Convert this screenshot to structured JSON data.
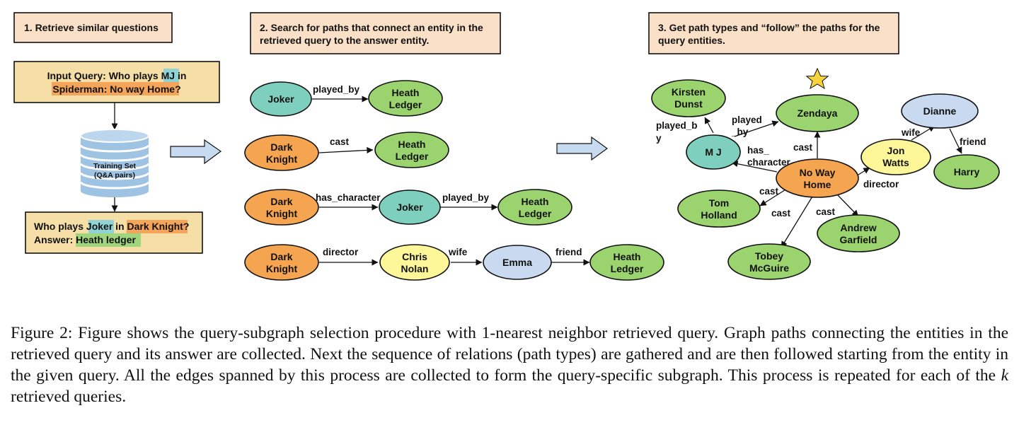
{
  "steps": {
    "step1": "1. Retrieve similar questions",
    "step2_line1": "2. Search for paths that connect an entity in the",
    "step2_line2": "retrieved query to the answer entity.",
    "step3_line1": "3. Get path types and “follow” the paths for the",
    "step3_line2": "query entities."
  },
  "input_query": {
    "prefix": "Input Query: Who plays ",
    "entity": "MJ",
    "suffix": " in",
    "movie": "Spiderman: No way Home",
    "end": "?"
  },
  "database": {
    "line1": "Training Set",
    "line2": "(Q&A pairs)"
  },
  "retrieved": {
    "prefix": "Who plays ",
    "entity": "Joker",
    "mid": " in ",
    "movie": "Dark Knight",
    "end": "?",
    "answer_label": "Answer: ",
    "answer": "Heath ledger"
  },
  "nodes": {
    "joker": "Joker",
    "heath_ledger_1": "Heath",
    "heath_ledger_2": "Ledger",
    "dark_knight_1": "Dark",
    "dark_knight_2": "Knight",
    "chris_nolan_1": "Chris",
    "chris_nolan_2": "Nolan",
    "emma": "Emma",
    "kirsten_1": "Kirsten",
    "kirsten_2": "Dunst",
    "zendaya": "Zendaya",
    "dianne": "Dianne",
    "mj": "M J",
    "jon_watts_1": "Jon",
    "jon_watts_2": "Watts",
    "harry": "Harry",
    "no_way_home_1": "No Way",
    "no_way_home_2": "Home",
    "tom_holland_1": "Tom",
    "tom_holland_2": "Holland",
    "andrew_1": "Andrew",
    "andrew_2": "Garfield",
    "tobey_1": "Tobey",
    "tobey_2": "McGuire"
  },
  "relations": {
    "played_by": "played_by",
    "cast": "cast",
    "has_character": "has_character",
    "director": "director",
    "wife": "wife",
    "friend": "friend",
    "played_by_wrap_1": "played_b",
    "played_by_wrap_2": "y",
    "played_split_1": "played",
    "played_split_2": "_by",
    "has_split_1": "has_",
    "has_split_2": "character"
  },
  "caption": {
    "main": "Figure 2: Figure shows the query-subgraph selection procedure with 1-nearest neighbor retrieved query. Graph paths connecting the entities in the retrieved query and its answer are collected. Next the sequence of relations (path types) are gathered and are then followed starting from the entity in the given query. All the edges spanned by this process are collected to form the query-specific subgraph. This process is repeated for each of the ",
    "k": "k",
    "end": " retrieved queries."
  },
  "colors": {
    "step_box": "#fbe0c8",
    "query_box": "#f5dfa6",
    "teal": "#7ecfbd",
    "green": "#9bd46e",
    "orange": "#f5a550",
    "yellow": "#fdf79a",
    "blue": "#c8d9f0",
    "arrow_fill": "#c7dbf0",
    "star": "#f7d23e",
    "hl_teal": "#8fd3d6",
    "hl_orange": "#f5a55a",
    "hl_green": "#9fd57c",
    "db_fill": "#9fc3e3"
  }
}
